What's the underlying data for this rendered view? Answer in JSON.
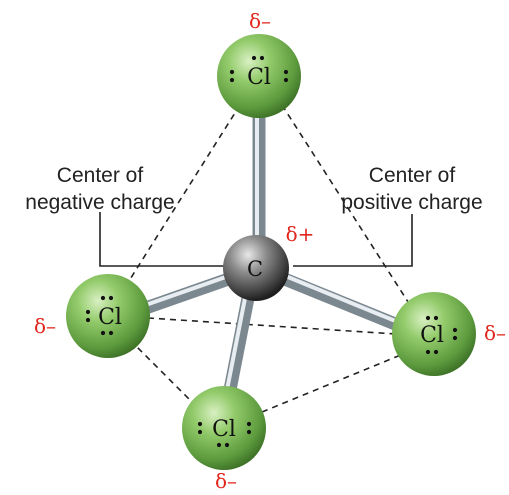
{
  "labels": {
    "negative_center": [
      "Center of",
      "negative charge"
    ],
    "positive_center": [
      "Center of",
      "positive charge"
    ]
  },
  "atoms": {
    "carbon": "C",
    "chlorine": "Cl"
  },
  "charges": {
    "top": "δ–",
    "carbon": "δ+",
    "left": "δ–",
    "right": "δ–",
    "bottom": "δ–"
  },
  "colors": {
    "chlorine": "#7fb85a",
    "carbon": "#555555",
    "bond": "#b8c4cc",
    "charge": "#e0251b"
  }
}
